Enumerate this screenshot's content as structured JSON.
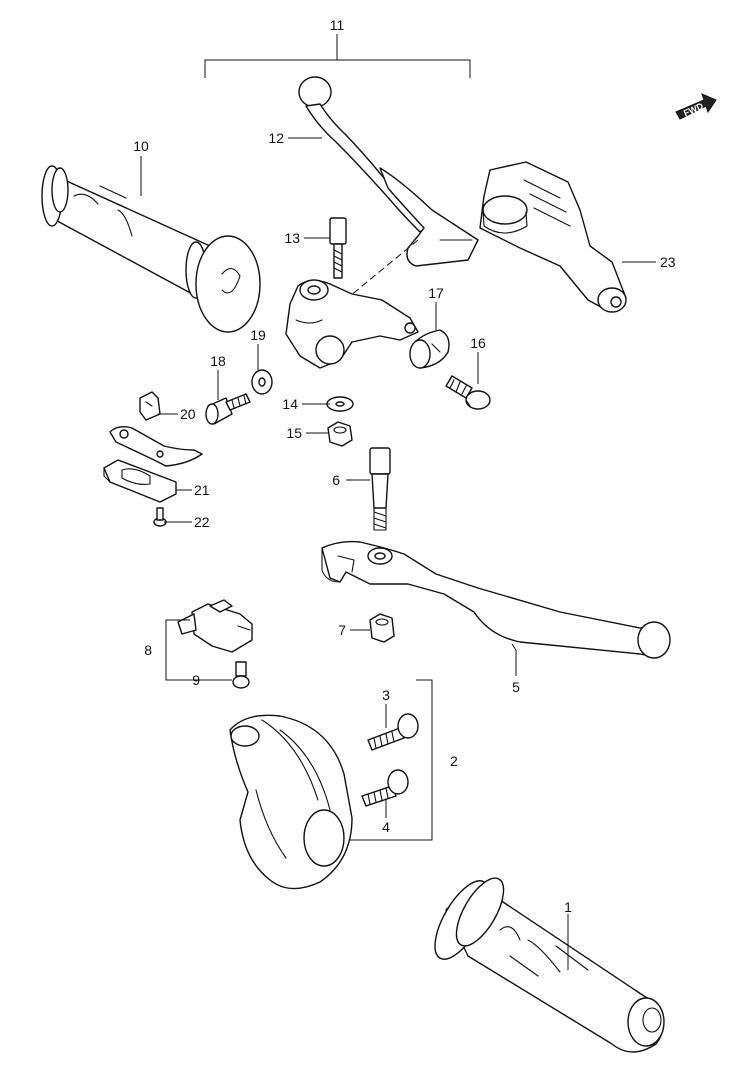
{
  "fwd_label": "FWD",
  "callouts": {
    "c1": "1",
    "c2": "2",
    "c3": "3",
    "c4": "4",
    "c5": "5",
    "c6": "6",
    "c7": "7",
    "c8": "8",
    "c9": "9",
    "c10": "10",
    "c11": "11",
    "c12": "12",
    "c13": "13",
    "c14": "14",
    "c15": "15",
    "c16": "16",
    "c17": "17",
    "c18": "18",
    "c19": "19",
    "c20": "20",
    "c21": "21",
    "c22": "22",
    "c23": "23"
  }
}
